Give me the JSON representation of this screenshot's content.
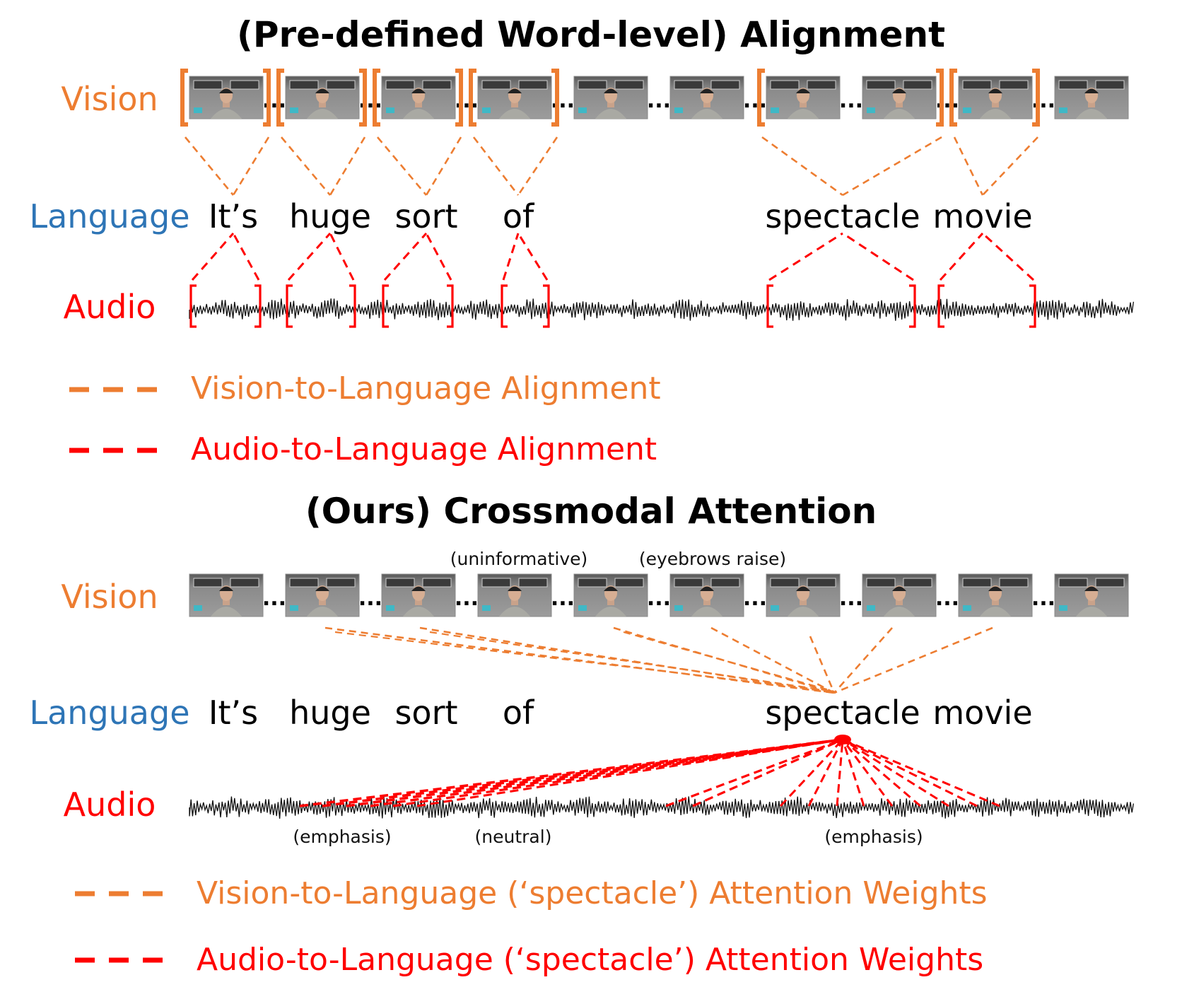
{
  "colors": {
    "vision": "#ED7D31",
    "language": "#2E75B6",
    "audio": "#FF0000",
    "text": "#000000"
  },
  "top": {
    "title": "(Pre-defined Word-level) Alignment",
    "labels": {
      "vision": "Vision",
      "language": "Language",
      "audio": "Audio"
    },
    "words": [
      "It’s",
      "huge",
      "sort",
      "of",
      "spectacle",
      "movie"
    ],
    "legend": {
      "vision": "Vision-to-Language Alignment",
      "audio": "Audio-to-Language Alignment"
    }
  },
  "bottom": {
    "title": "(Ours) Crossmodal Attention",
    "labels": {
      "vision": "Vision",
      "language": "Language",
      "audio": "Audio"
    },
    "words": [
      "It’s",
      "huge",
      "sort",
      "of",
      "spectacle",
      "movie"
    ],
    "vision_notes": {
      "uninformative": "(uninformative)",
      "eyebrows": "(eyebrows raise)"
    },
    "audio_notes": {
      "emphasis1": "(emphasis)",
      "neutral": "(neutral)",
      "emphasis2": "(emphasis)"
    },
    "legend": {
      "vision": "Vision-to-Language (‘spectacle’) Attention Weights",
      "audio": "Audio-to-Language (‘spectacle’) Attention Weights"
    }
  },
  "ellipsis": "..."
}
